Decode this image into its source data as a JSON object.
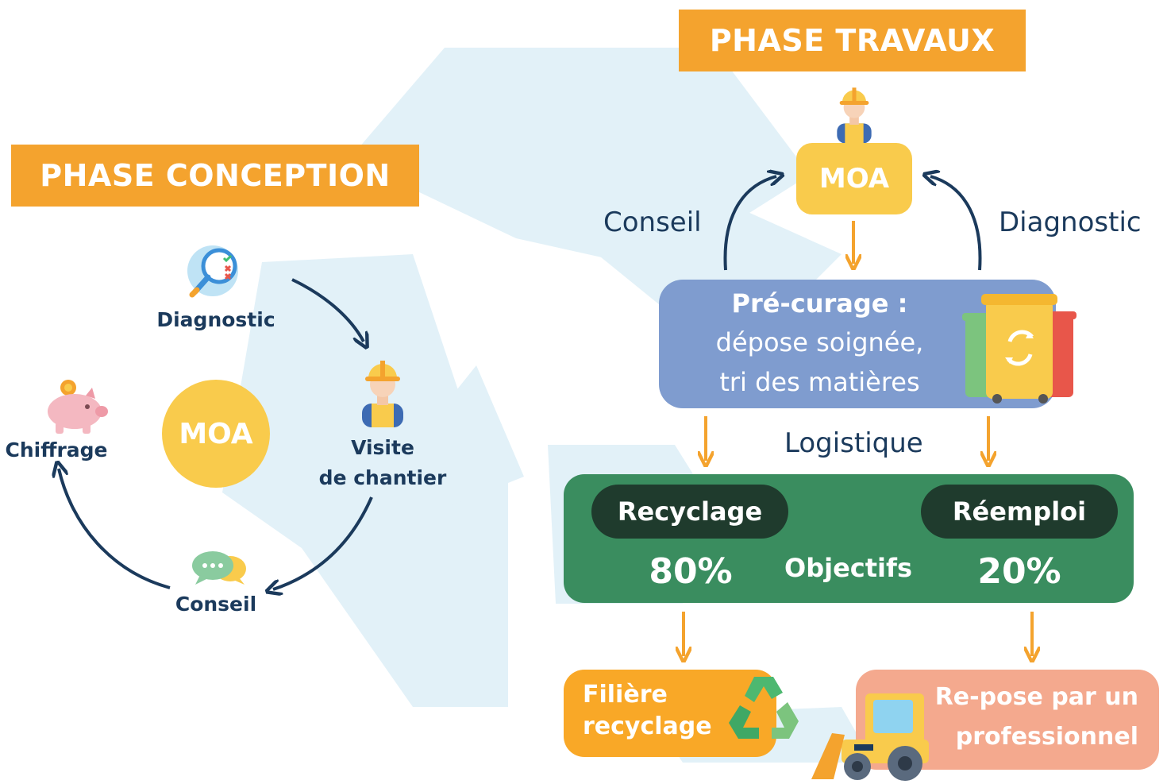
{
  "conception": {
    "title": "PHASE CONCEPTION",
    "center": "MOA",
    "steps": {
      "diagnostic": "Diagnostic",
      "visite_line1": "Visite",
      "visite_line2": "de chantier",
      "conseil": "Conseil",
      "chiffrage": "Chiffrage"
    }
  },
  "travaux": {
    "title": "PHASE TRAVAUX",
    "moa": "MOA",
    "conseil": "Conseil",
    "diagnostic": "Diagnostic",
    "precurage": {
      "title": "Pré-curage :",
      "line1": "dépose soignée,",
      "line2": "tri des matières"
    },
    "logistique": "Logistique",
    "objectives": {
      "label": "Objectifs",
      "recyclage": {
        "label": "Recyclage",
        "value": "80%"
      },
      "reemploi": {
        "label": "Réemploi",
        "value": "20%"
      }
    },
    "filiere_line1": "Filière",
    "filiere_line2": "recyclage",
    "repose_line1": "Re-pose par un",
    "repose_line2": "professionnel"
  },
  "colors": {
    "orange": "#F4A32E",
    "navy": "#1B3A5C",
    "yellow": "#F9CB4C",
    "blue_box": "#7F9CCF",
    "green_box": "#3A8D5F",
    "dark_pill": "#1F3B2D",
    "salmon": "#F4A98E",
    "watermark": "#E2F1F8"
  },
  "icons": [
    "magnifier-checklist-icon",
    "worker-icon",
    "chat-bubbles-icon",
    "piggy-bank-icon",
    "recycling-bins-icon",
    "recycle-symbol-icon",
    "bulldozer-icon"
  ]
}
